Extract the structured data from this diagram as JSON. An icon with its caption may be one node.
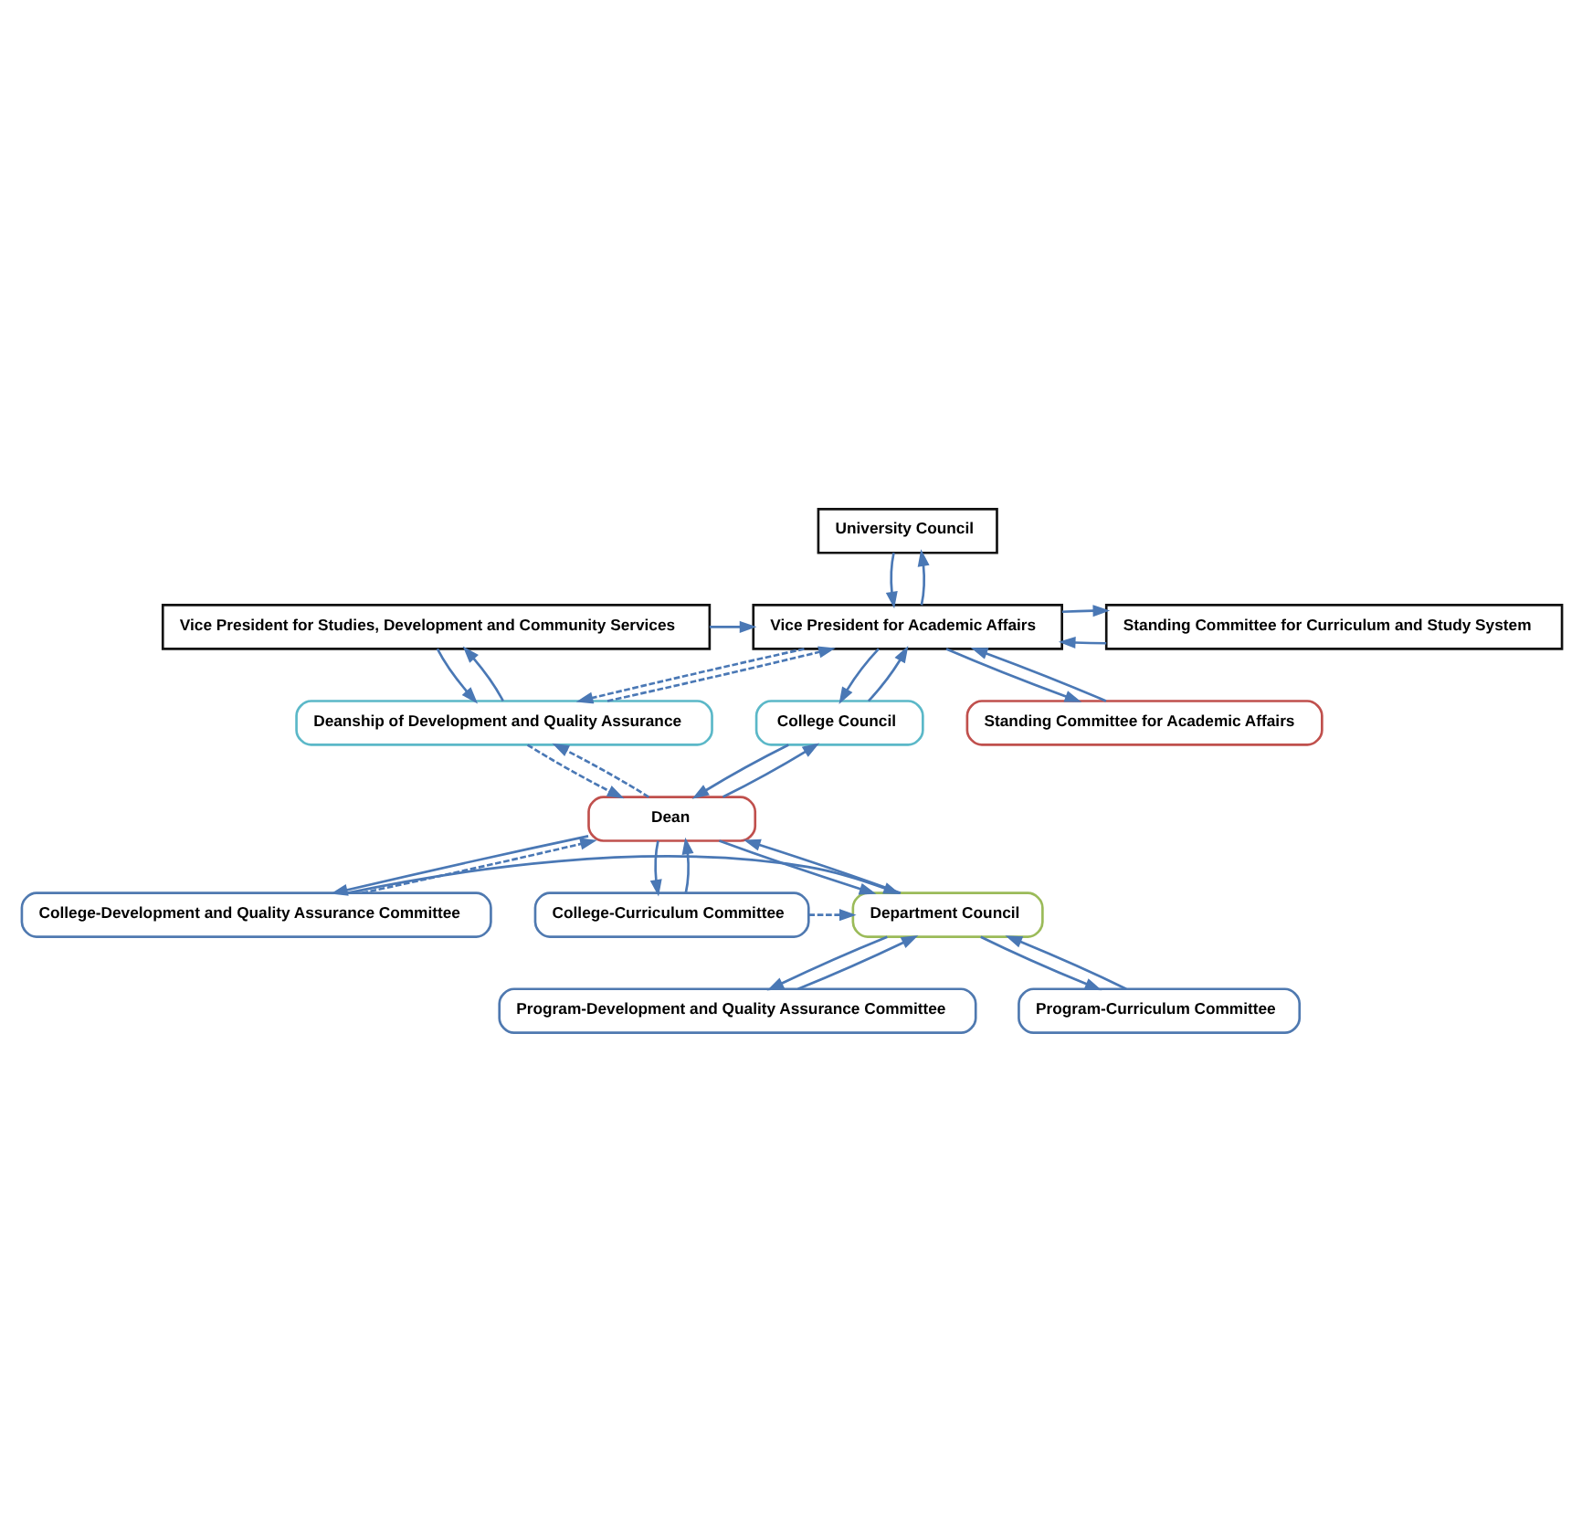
{
  "diagram": {
    "nodes": [
      {
        "text": [
          "University Council"
        ]
      },
      {
        "text": [
          "Vice President for Studies, Development and Community Services"
        ]
      },
      {
        "text": [
          "Vice President for Academic Affairs"
        ]
      },
      {
        "text": [
          "Standing Committee for Curriculum and Study System"
        ]
      },
      {
        "text": [
          "Deanship of Development and Quality Assurance"
        ]
      },
      {
        "text": [
          "College Council"
        ]
      },
      {
        "text": [
          "Standing Committee for Academic Affairs"
        ]
      },
      {
        "text": [
          "Dean"
        ]
      },
      {
        "text": [
          "College-Development and Quality Assurance Committee"
        ]
      },
      {
        "text": [
          "Department Council"
        ]
      },
      {
        "text": [
          "College-Curriculum Committee"
        ]
      },
      {
        "text": [
          "Program-Development and Quality Assurance Committee"
        ]
      },
      {
        "text": [
          "Program-Curriculum Committee"
        ]
      }
    ],
    "edges": [
      {
        "from": 2,
        "to": 0,
        "arrow": "to"
      },
      {
        "from": 0,
        "to": 2,
        "arrow": "to"
      },
      {
        "from": 1,
        "to": 2,
        "arrow": "to"
      },
      {
        "from": 3,
        "to": 2,
        "arrow": "to"
      },
      {
        "from": 2,
        "to": 3,
        "arrow": "to"
      },
      {
        "from": 1,
        "to": 4,
        "arrow": "to"
      },
      {
        "from": 4,
        "to": 1,
        "arrow": "to"
      },
      {
        "from": 2,
        "to": 4,
        "arrow": "to",
        "style": "dashed"
      },
      {
        "from": 4,
        "to": 2,
        "arrow": "to",
        "style": "dashed"
      },
      {
        "from": 5,
        "to": 2,
        "arrow": "to"
      },
      {
        "from": 2,
        "to": 5,
        "arrow": "to"
      },
      {
        "from": 2,
        "to": 6,
        "arrow": "to"
      },
      {
        "from": 6,
        "to": 2,
        "arrow": "to"
      },
      {
        "from": 4,
        "to": 7,
        "arrow": "to",
        "style": "dashed"
      },
      {
        "from": 7,
        "to": 4,
        "arrow": "to",
        "style": "dashed"
      },
      {
        "from": 5,
        "to": 7,
        "arrow": "to"
      },
      {
        "from": 7,
        "to": 5,
        "arrow": "to"
      },
      {
        "from": 8,
        "to": 7,
        "arrow": "to",
        "style": "dashed"
      },
      {
        "from": 7,
        "to": 8,
        "arrow": "to"
      },
      {
        "from": 7,
        "to": 10,
        "arrow": "to"
      },
      {
        "from": 10,
        "to": 7,
        "arrow": "to"
      },
      {
        "from": 9,
        "to": 7,
        "arrow": "to"
      },
      {
        "from": 7,
        "to": 9,
        "arrow": "to"
      },
      {
        "from": 8,
        "to": 9,
        "arrow": "to"
      },
      {
        "from": 10,
        "to": 9,
        "arrow": "to",
        "style": "dashed"
      },
      {
        "from": 11,
        "to": 9,
        "arrow": "to"
      },
      {
        "from": 9,
        "to": 11,
        "arrow": "to"
      },
      {
        "from": 12,
        "to": 9,
        "arrow": "to"
      },
      {
        "from": 9,
        "to": 12,
        "arrow": "to"
      }
    ]
  }
}
